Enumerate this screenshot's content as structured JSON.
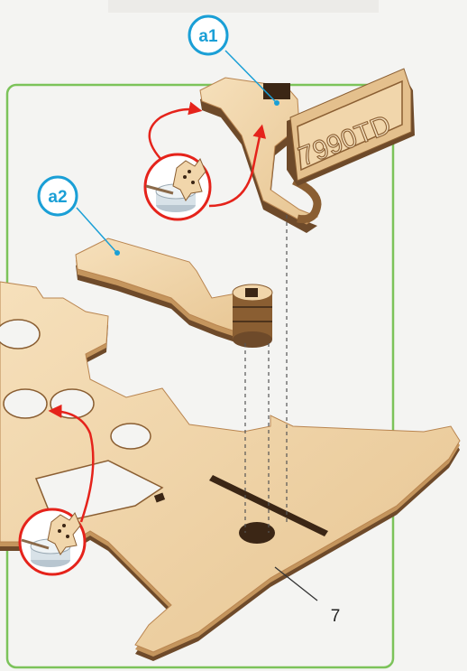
{
  "callouts": {
    "a1": "a1",
    "a2": "a2"
  },
  "part_number": "7",
  "license_plate": "7990TD",
  "colors": {
    "frame_border": "#7cc35a",
    "callout_blue": "#1a9fd6",
    "arrow_red": "#e5231b",
    "wood_face": "#f1d6ab",
    "wood_edge": "#b98550",
    "wood_dark": "#6e4a2a",
    "background": "#f4f4f2"
  },
  "icons": [
    "glue-pot-icon",
    "glue-pot-icon"
  ]
}
